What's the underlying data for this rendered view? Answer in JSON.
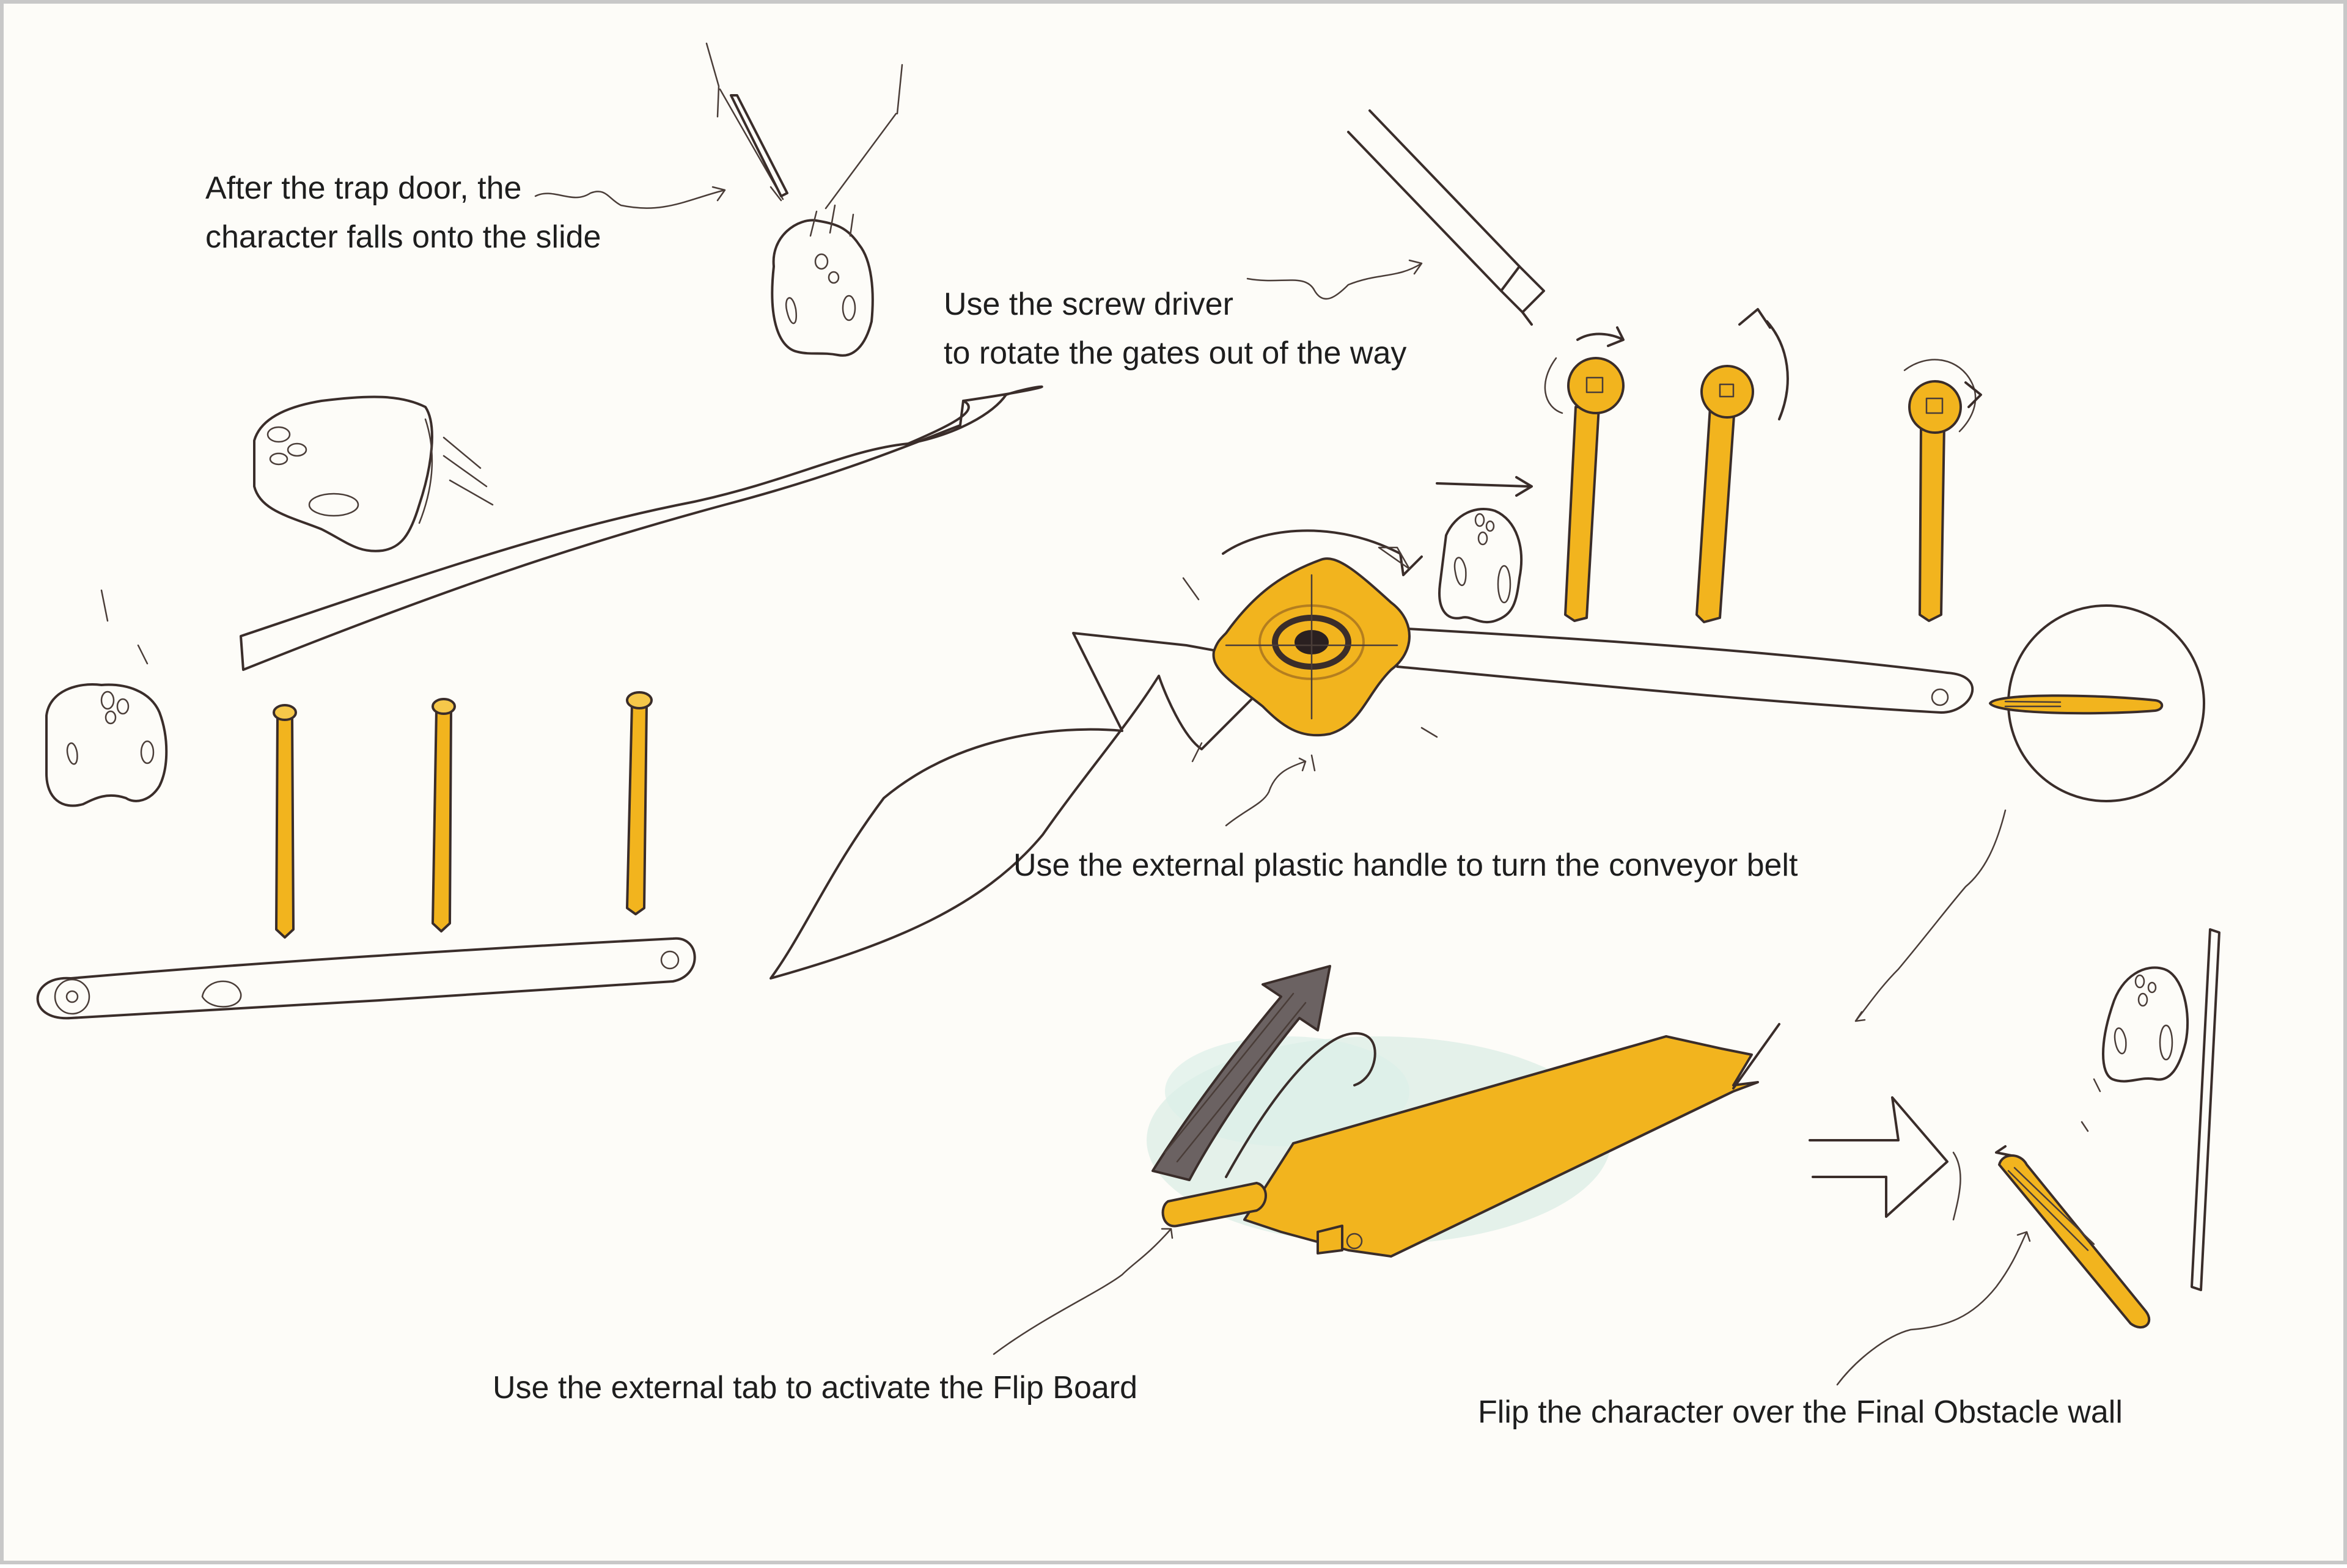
{
  "labels": {
    "trap_door": "After the trap door, the\ncharacter falls onto the slide",
    "screwdriver_line1": "Use the screw driver",
    "screwdriver_line2": "to rotate the gates out of the way",
    "handle": "Use the external plastic handle to turn the conveyor belt",
    "tab": "Use the external tab to activate the Flip Board",
    "flip": "Flip the character over the Final Obstacle wall"
  },
  "colors": {
    "accent": "#f2b41e",
    "ink": "#3a2d2a",
    "paper": "#fdfcf8",
    "watercolor": "#cfe8df"
  }
}
